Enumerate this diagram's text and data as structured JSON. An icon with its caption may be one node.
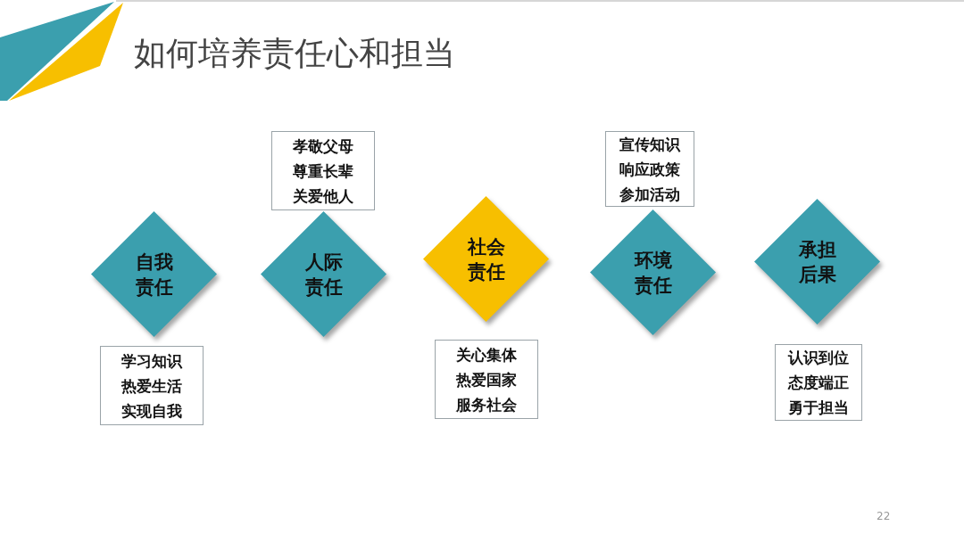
{
  "diagram": {
    "title": "如何培养责任心和担当",
    "nodes": [
      {
        "text": [
          "自我责任"
        ]
      },
      {
        "text": [
          "学习知识热爱生活实现自我"
        ]
      },
      {
        "text": [
          "孝敬父母尊重长辈关爱他人"
        ]
      },
      {
        "text": [
          "人际责任"
        ]
      },
      {
        "text": [
          "社会责任"
        ]
      },
      {
        "text": [
          "关心集体热爱国家服务社会"
        ]
      },
      {
        "text": [
          "宣传知识响应政策参加活动"
        ]
      },
      {
        "text": [
          "环境责任"
        ]
      },
      {
        "text": [
          "承担后果"
        ]
      },
      {
        "text": [
          "认识到位态度端正勇于担当"
        ]
      }
    ],
    "labels": [
      "22"
    ]
  }
}
